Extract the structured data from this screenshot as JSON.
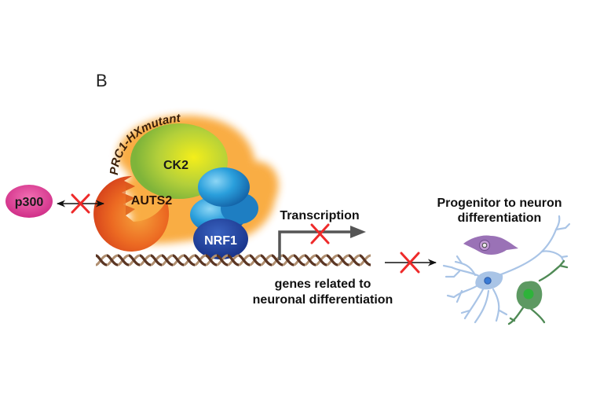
{
  "panel_label": "B",
  "complex": {
    "name": "PRC1-HXmutant",
    "subunits": {
      "ck2": "CK2",
      "auts2": "AUTS2",
      "nrf1": "NRF1"
    }
  },
  "p300": {
    "label": "p300",
    "interaction": "blocked"
  },
  "transcription": {
    "label": "Transcription",
    "status": "blocked"
  },
  "genes": {
    "label_line1": "genes related to",
    "label_line2": "neuronal differentiation"
  },
  "differentiation": {
    "title_line1": "Progenitor to neuron",
    "title_line2": "differentiation",
    "status": "blocked"
  },
  "colors": {
    "halo": "#f9a93b",
    "ck2": "#a5cc3a",
    "auts2": "#e8531f",
    "blue_subunits": "#1f8fd0",
    "nrf1": "#1b3f99",
    "p300": "#e0469a",
    "inhibition_x": "#ee2a2a",
    "dna_dark": "#5a3523",
    "dna_light": "#b08f70",
    "arrow_gray": "#555555",
    "neuron_blue": "#a9c4e6",
    "neuron_purple": "#9a72b6",
    "neuron_green": "#4f8a55"
  }
}
